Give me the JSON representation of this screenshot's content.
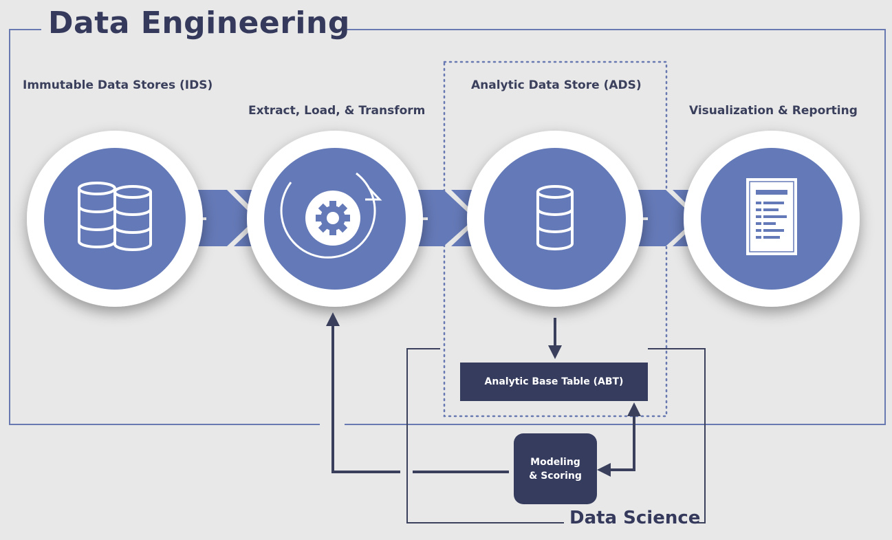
{
  "title": "Data Engineering",
  "data_science_label": "Data Science",
  "stages": [
    {
      "label": "Immutable Data Stores (IDS)",
      "icon": "database-cluster-icon"
    },
    {
      "label": "Extract, Load, & Transform",
      "icon": "gear-cycle-icon"
    },
    {
      "label": "Analytic Data Store (ADS)",
      "icon": "database-icon"
    },
    {
      "label": "Visualization & Reporting",
      "icon": "report-document-icon"
    }
  ],
  "abt_label": "Analytic Base Table (ABT)",
  "modeling": {
    "line1": "Modeling",
    "line2": "& Scoring"
  },
  "colors": {
    "background": "#e8e8e8",
    "frame": "#6878b0",
    "circle": "#6479b7",
    "dark": "#363c5e",
    "arrow": "#3a3f5c"
  }
}
